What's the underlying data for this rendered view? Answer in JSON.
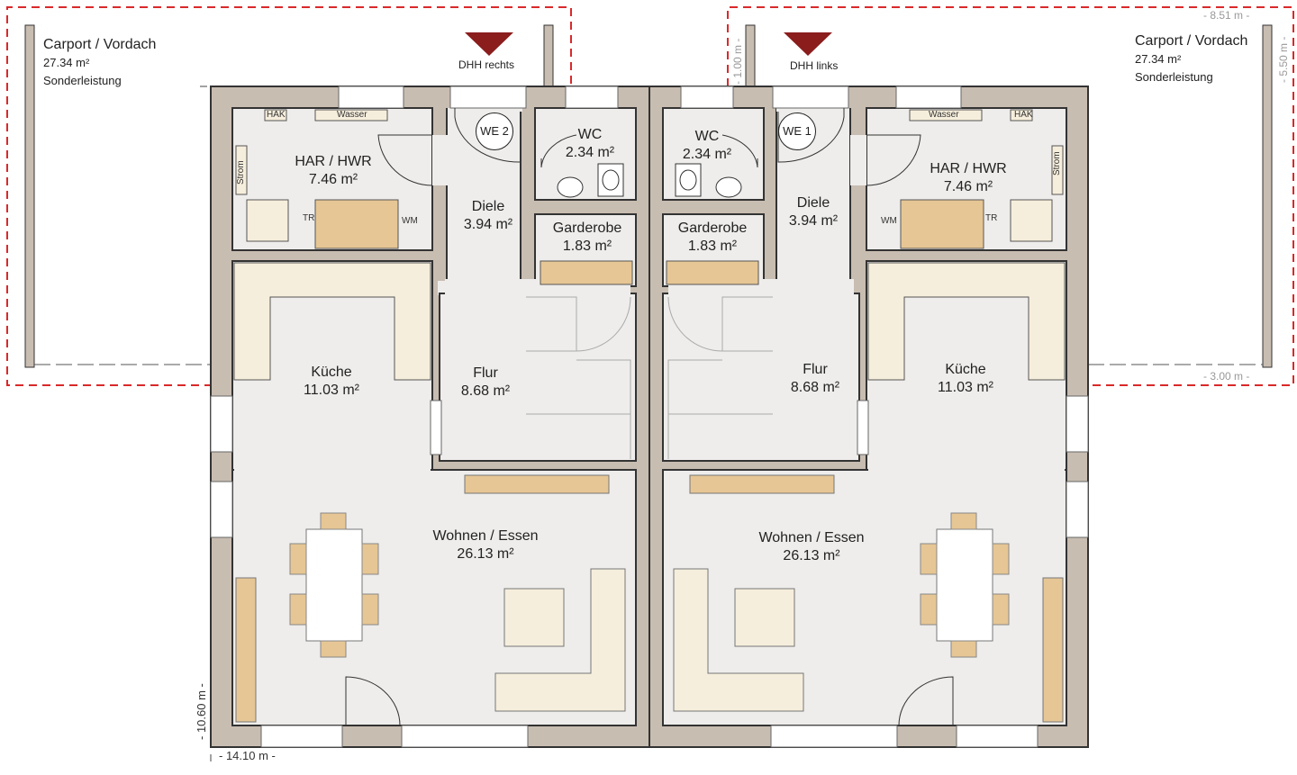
{
  "carports": [
    {
      "title": "Carport / Vordach",
      "area": "27.34 m²",
      "note": "Sonderleistung"
    },
    {
      "title": "Carport / Vordach",
      "area": "27.34 m²",
      "note": "Sonderleistung"
    }
  ],
  "orientation": {
    "left": "DHH rechts",
    "right": "DHH links"
  },
  "units": {
    "left": "WE 2",
    "right": "WE 1"
  },
  "rooms_left": {
    "har": {
      "name": "HAR / HWR",
      "area": "7.46 m²"
    },
    "diele": {
      "name": "Diele",
      "area": "3.94 m²"
    },
    "wc": {
      "name": "WC",
      "area": "2.34 m²"
    },
    "garderobe": {
      "name": "Garderobe",
      "area": "1.83 m²"
    },
    "kueche": {
      "name": "Küche",
      "area": "11.03 m²"
    },
    "flur": {
      "name": "Flur",
      "area": "8.68 m²"
    },
    "wohnen": {
      "name": "Wohnen / Essen",
      "area": "26.13 m²"
    }
  },
  "rooms_right": {
    "har": {
      "name": "HAR / HWR",
      "area": "7.46 m²"
    },
    "diele": {
      "name": "Diele",
      "area": "3.94 m²"
    },
    "wc": {
      "name": "WC",
      "area": "2.34 m²"
    },
    "garderobe": {
      "name": "Garderobe",
      "area": "1.83 m²"
    },
    "kueche": {
      "name": "Küche",
      "area": "11.03 m²"
    },
    "flur": {
      "name": "Flur",
      "area": "8.68 m²"
    },
    "wohnen": {
      "name": "Wohnen / Essen",
      "area": "26.13 m²"
    }
  },
  "fixtures": {
    "hak": "HAK",
    "wasser": "Wasser",
    "strom": "Strom",
    "tr": "TR",
    "wm": "WM"
  },
  "dimensions": {
    "width": "- 14.10 m -",
    "depth": "- 10.60 m -",
    "carport_width": "- 8.51 m -",
    "carport_depth": "- 5.50 m -",
    "carport_front": "- 3.00 m -",
    "overhang": "- 1.00 m -"
  },
  "colors": {
    "wall": "#c8bdb1",
    "floor": "#eeedeb",
    "furniture": "#f6eedc",
    "wood": "#e6c694",
    "carport_line": "#d9292a",
    "marker": "#8b1d1d"
  }
}
